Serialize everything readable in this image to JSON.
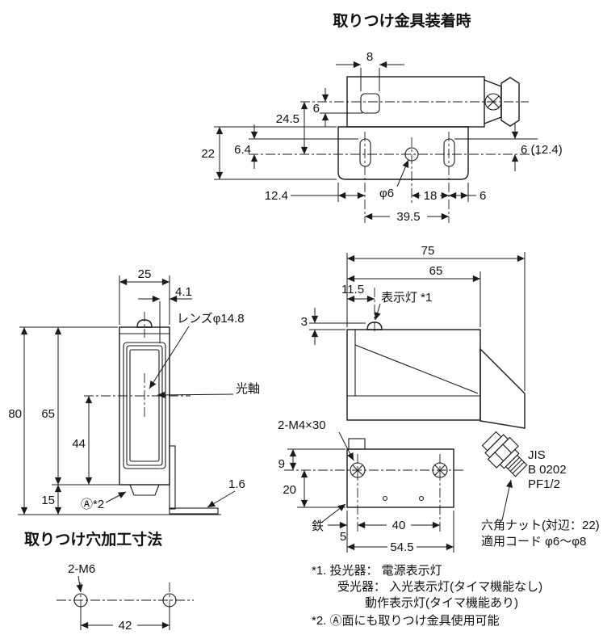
{
  "page": {
    "title_main": "取りつけ金具装着時"
  },
  "top_view": {
    "dim_8": "8",
    "dim_6_top": "6",
    "dim_24_5": "24.5",
    "dim_22": "22",
    "dim_6_4": "6.4",
    "dim_6_12_4": "6 (12.4)",
    "dim_12_4": "12.4",
    "dim_phi6": "φ6",
    "dim_18": "18",
    "dim_6_right": "6",
    "dim_39_5": "39.5"
  },
  "front_view": {
    "dim_25": "25",
    "dim_4_1": "4.1",
    "lens_label": "レンズφ14.8",
    "axis_label": "光軸",
    "dim_80": "80",
    "dim_65": "65",
    "dim_44": "44",
    "dim_15": "15",
    "face_label": "Ⓐ*2",
    "dim_1_6": "1.6"
  },
  "side_view": {
    "dim_75": "75",
    "dim_65": "65",
    "dim_11_5": "11.5",
    "indicator_label": "表示灯 *1",
    "dim_3": "3",
    "screw_label": "2-M4×30",
    "dim_9": "9",
    "dim_20": "20",
    "material_label": "鉄",
    "dim_40": "40",
    "dim_5": "5",
    "dim_54_5": "54.5",
    "thread_line1": "JIS",
    "thread_line2": "B 0202",
    "thread_line3": "PF1/2",
    "nut_label": "六角ナット(対辺：22)",
    "cord_label": "適用コード φ6～φ8"
  },
  "hole_view": {
    "title": "取りつけ穴加工寸法",
    "screw_label": "2-M6",
    "dim_42": "42"
  },
  "notes": {
    "note1_line1": "*1. 投光器： 電源表示灯",
    "note1_line2": "受光器： 入光表示灯(タイマ機能なし)",
    "note1_line3": "動作表示灯(タイマ機能あり)",
    "note2": "*2. Ⓐ面にも取りつけ金具使用可能"
  },
  "colors": {
    "line": "#1a1a1a",
    "bracket_fill": "#c9c9c9",
    "background": "#ffffff"
  }
}
